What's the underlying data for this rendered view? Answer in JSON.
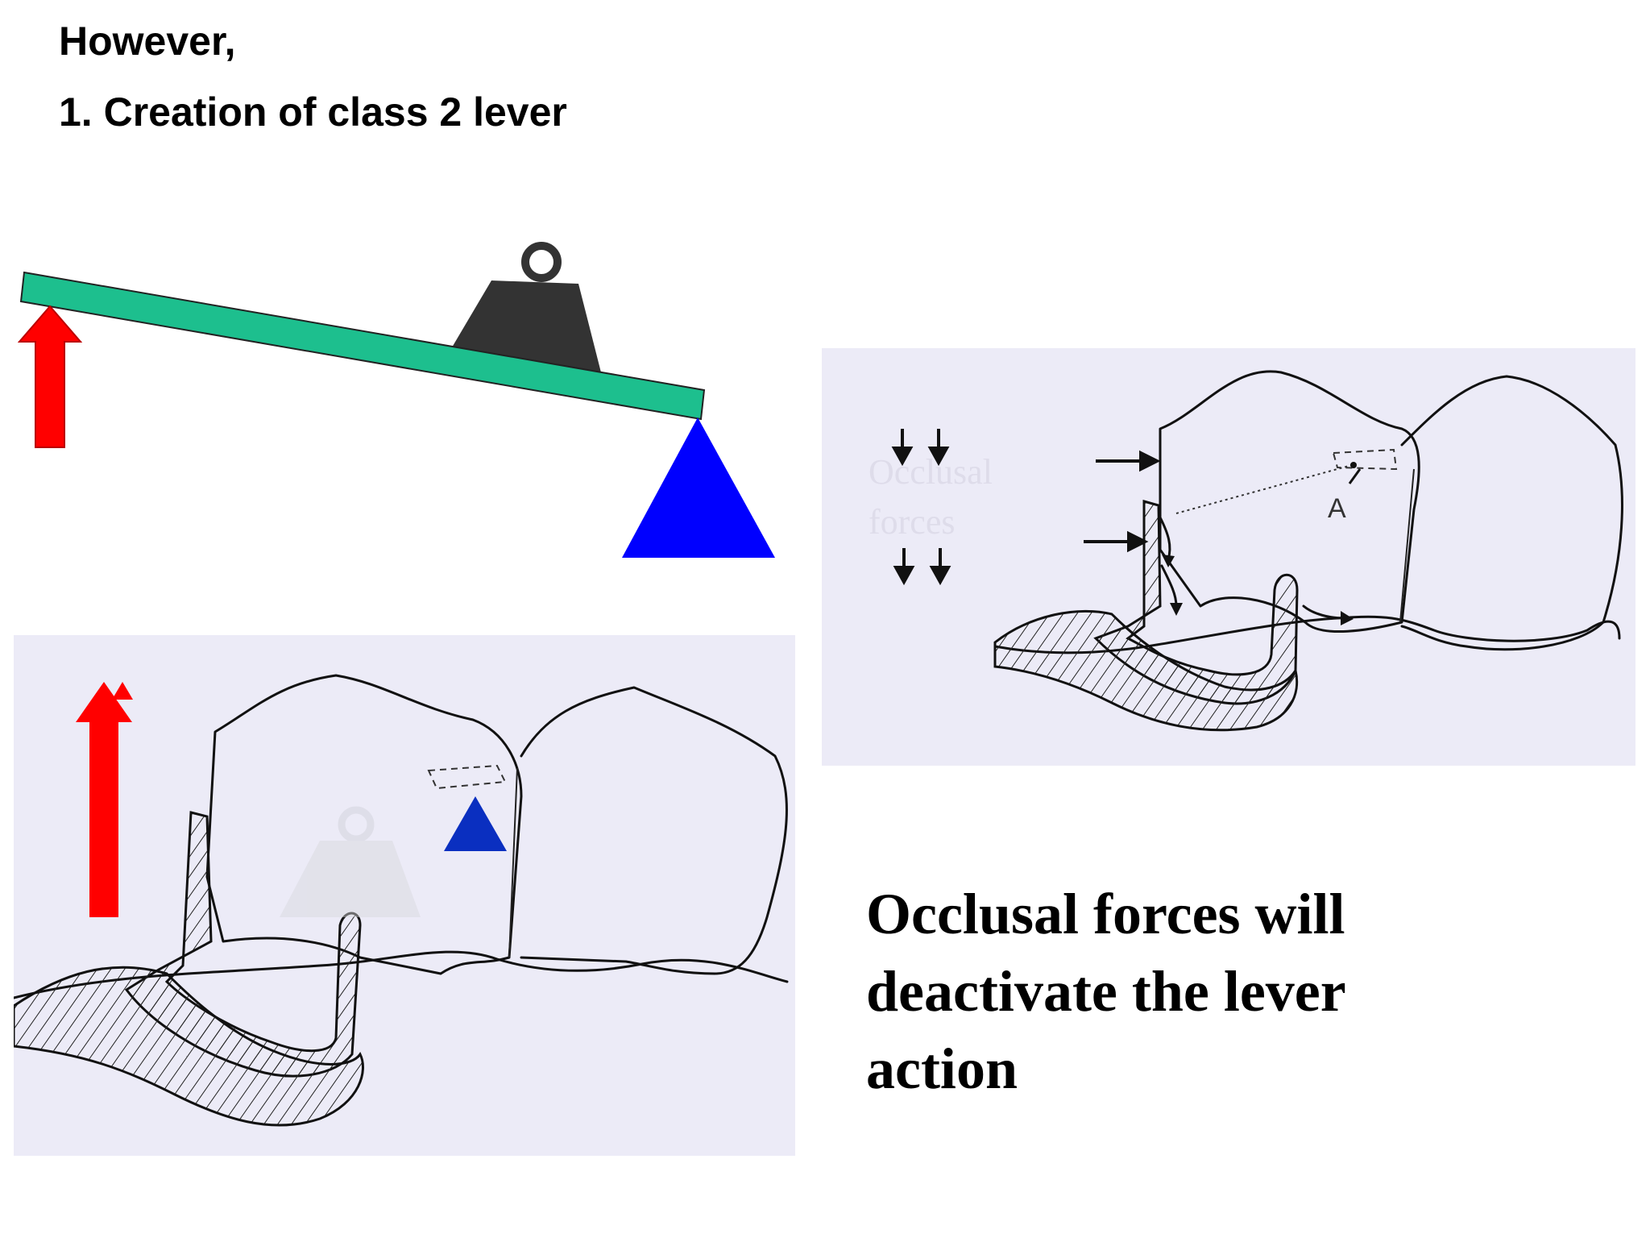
{
  "heading": {
    "line1": "However,",
    "line2": "1. Creation of class 2 lever"
  },
  "right_panel": {
    "watermark_line1": "Occlusal",
    "watermark_line2": "forces",
    "point_label": "A"
  },
  "caption": {
    "line1": "Occlusal forces will",
    "line2": "deactivate the lever",
    "line3": "action"
  },
  "colors": {
    "lever_bar": "#1dbf8e",
    "effort_arrow": "#ff0000",
    "fulcrum": "#0000ff",
    "fulcrum_dental": "#0a2fc0",
    "weight": "#333333",
    "panel_background": "#ecebf7"
  },
  "icons": [
    "red-up-arrow-icon",
    "blue-triangle-fulcrum-icon",
    "weight-icon",
    "down-arrow-icon",
    "right-arrow-icon"
  ]
}
